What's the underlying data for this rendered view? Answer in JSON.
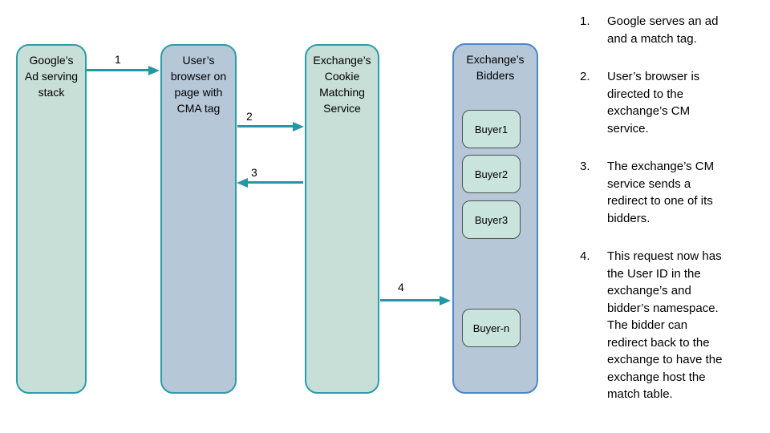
{
  "diagram": {
    "nodes": {
      "google": {
        "label": "Google’s\nAd serving\nstack"
      },
      "browser": {
        "label": "User’s\nbrowser on\npage with\nCMA tag"
      },
      "cm": {
        "label": "Exchange’s\nCookie\nMatching\nService"
      },
      "bidders": {
        "label": "Exchange’s\nBidders"
      }
    },
    "buyers": [
      "Buyer1",
      "Buyer2",
      "Buyer3",
      "Buyer-n"
    ],
    "arrows": [
      {
        "number": "1"
      },
      {
        "number": "2"
      },
      {
        "number": "3"
      },
      {
        "number": "4"
      }
    ],
    "colors": {
      "teal_border": "#2b9daa",
      "green_fill": "#c8dfd7",
      "blue_fill": "#b6c7d8",
      "bidders_border": "#4d86c9",
      "buyer_fill": "#c9e4dd",
      "buyer_border": "#4f4f4f",
      "arrow": "#2497a5"
    }
  },
  "steps": [
    {
      "num": "1.",
      "text": "Google serves an ad\nand a match tag."
    },
    {
      "num": "2.",
      "text": "User’s browser is\ndirected to the\nexchange’s CM\nservice."
    },
    {
      "num": "3.",
      "text": "The exchange’s CM\nservice sends a\nredirect to one of its\nbidders."
    },
    {
      "num": "4.",
      "text": "This request now has\nthe User ID in the\nexchange’s and\nbidder’s namespace.\nThe bidder can\nredirect back to the\nexchange to have the\nexchange host the\nmatch table."
    }
  ]
}
